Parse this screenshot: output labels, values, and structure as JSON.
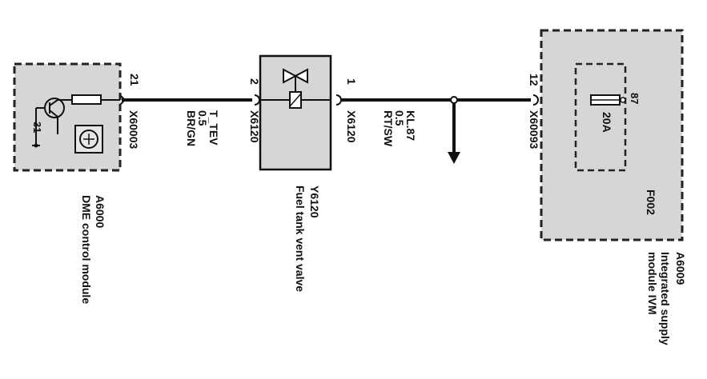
{
  "dme_module": {
    "id": "A6000",
    "name": "DME control module",
    "pin": "21",
    "connector": "X60003",
    "ground_pin": "31"
  },
  "wire_left": {
    "signal": "T_TEV",
    "size": "0.5",
    "color_code": "BR/GN"
  },
  "valve": {
    "id": "Y6120",
    "name": "Fuel tank vent valve",
    "pin_in": "2",
    "connector_in": "X6120",
    "pin_out": "1",
    "connector_out": "X6120"
  },
  "wire_right": {
    "signal": "KL.87",
    "size": "0.5",
    "color_code": "RT/SW"
  },
  "ivm_module": {
    "id": "A6009",
    "name_line1": "Integrated supply",
    "name_line2": "module IVM",
    "pin": "12",
    "connector": "X60093",
    "fuse_id": "F002",
    "fuse_rating": "20A",
    "fuse_pin": "87"
  },
  "colors": {
    "module_fill": "#d6d6d6",
    "line": "#111111"
  }
}
